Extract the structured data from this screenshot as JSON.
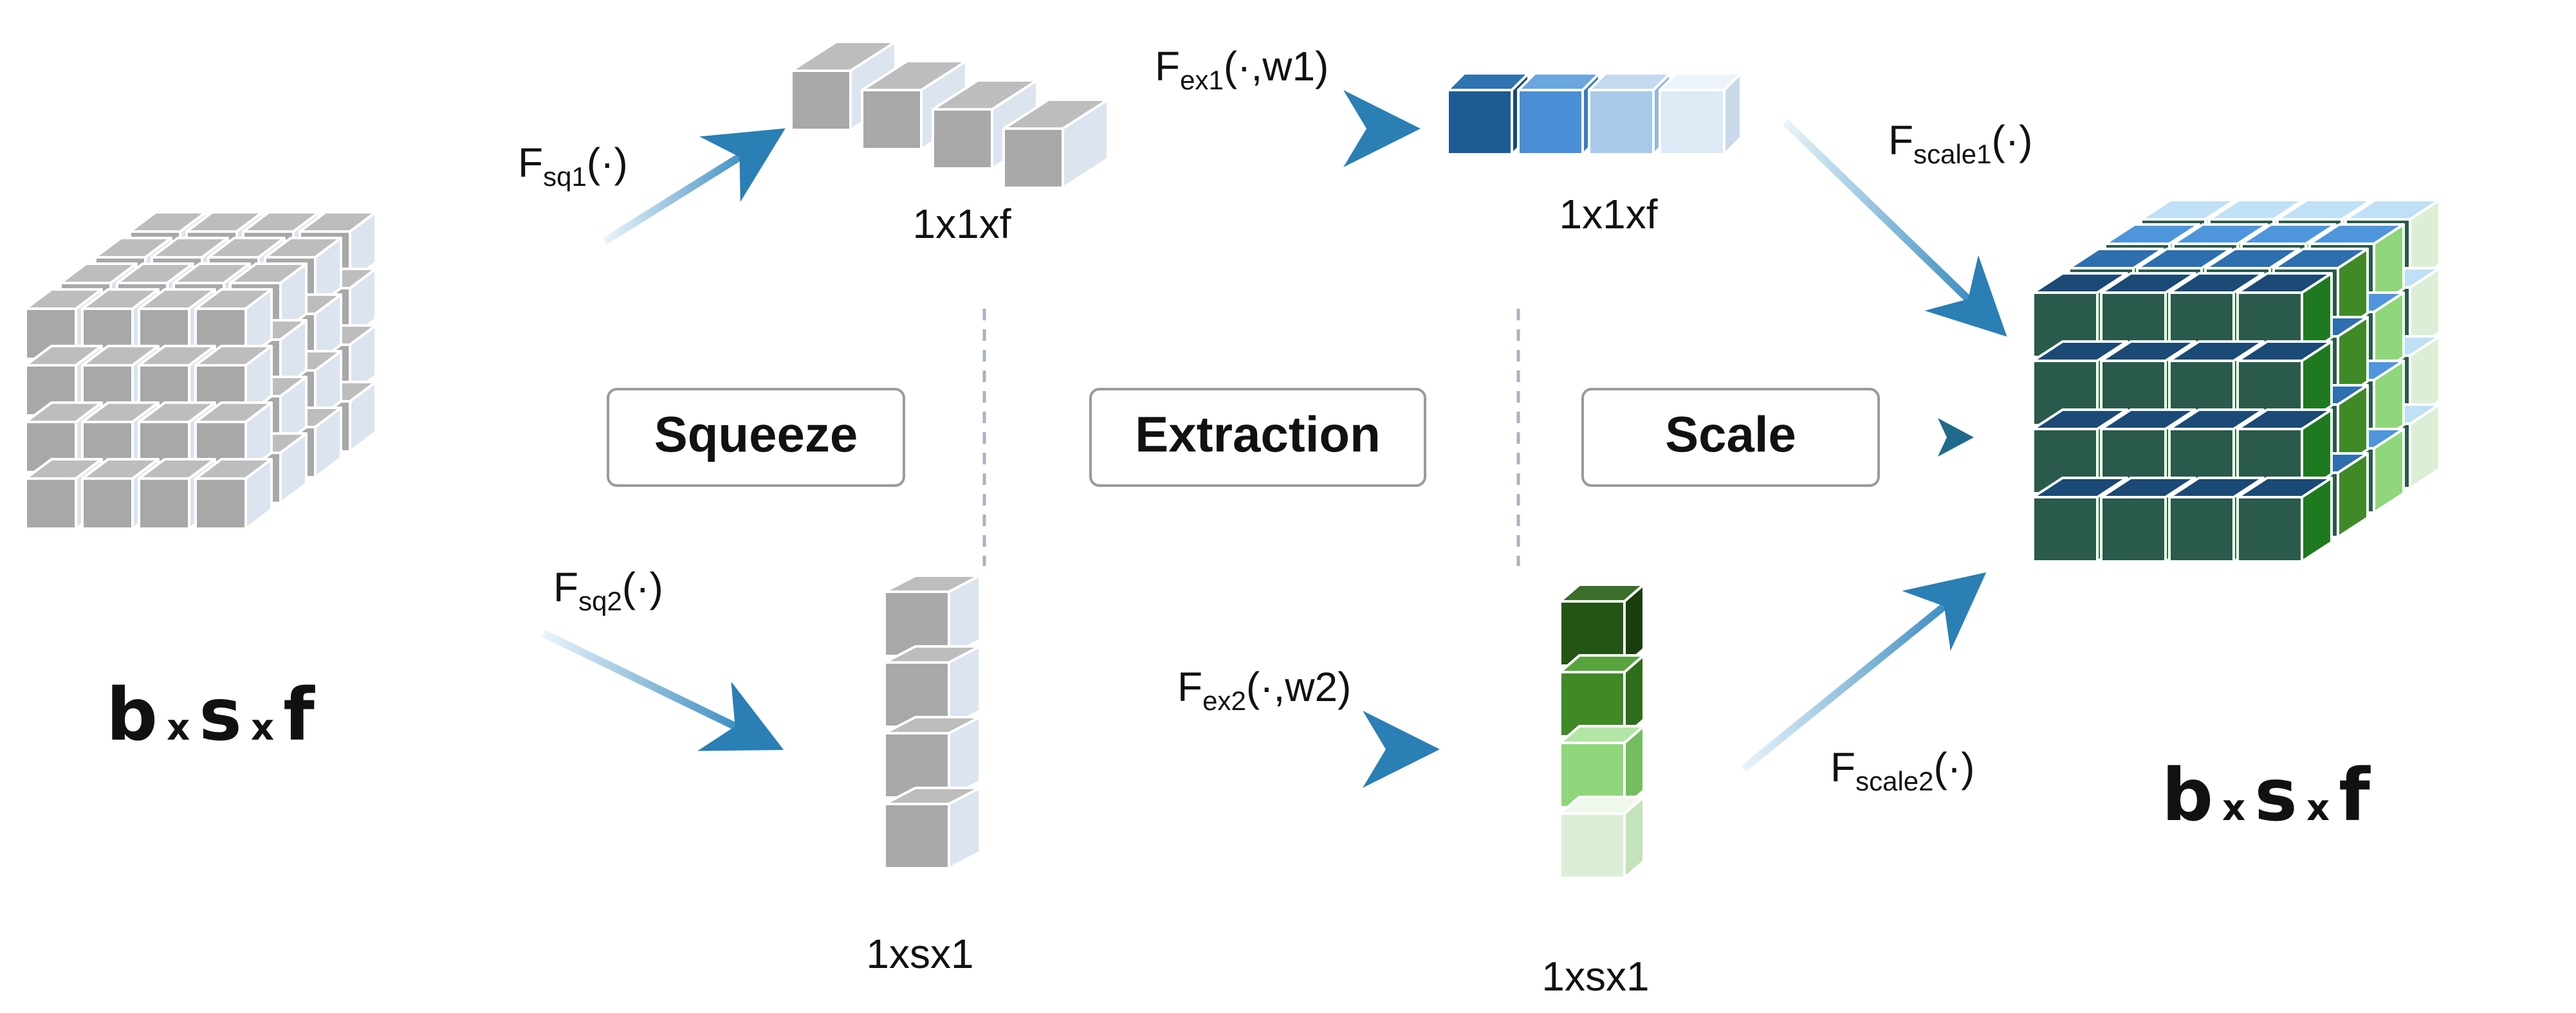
{
  "stages": {
    "squeeze": "Squeeze",
    "extraction": "Extraction",
    "scale": "Scale"
  },
  "functions": {
    "sq1": {
      "main": "F",
      "sub": "sq1",
      "arg": "(·)"
    },
    "sq2": {
      "main": "F",
      "sub": "sq2",
      "arg": "(·)"
    },
    "ex1": {
      "main": "F",
      "sub": "ex1",
      "arg": "(·,w1)"
    },
    "ex2": {
      "main": "F",
      "sub": "ex2",
      "arg": "(·,w2)"
    },
    "scale1": {
      "main": "F",
      "sub": "scale1",
      "arg": "(·)"
    },
    "scale2": {
      "main": "F",
      "sub": "scale2",
      "arg": "(·)"
    }
  },
  "shapes": {
    "squeeze_top": "1x1xf",
    "extract_top": "1x1xf",
    "squeeze_bottom": "1xsx1",
    "extract_bottom": "1xsx1"
  },
  "dims": {
    "input": {
      "b": "b",
      "x1": "x",
      "s": "s",
      "x2": "x",
      "f": "f"
    },
    "output": {
      "b": "b",
      "x1": "x",
      "s": "s",
      "x2": "x",
      "f": "f"
    }
  },
  "colors": {
    "gray_front": "#a8a8a8",
    "gray_top": "#bdbdbd",
    "gray_side": "#dbe4ef",
    "blue_dark": "#1d5a94",
    "blue_mid": "#4a8fd6",
    "blue_light": "#a9c9ea",
    "blue_pale": "#dde9f5",
    "green_dark": "#245416",
    "green_mid": "#3f8a26",
    "green_light": "#8fd77a",
    "green_pale": "#dcefd6",
    "out_front": "#2a5a4b",
    "arrow": "#3a8fc4",
    "arrow_dark": "#1f6a8a"
  }
}
